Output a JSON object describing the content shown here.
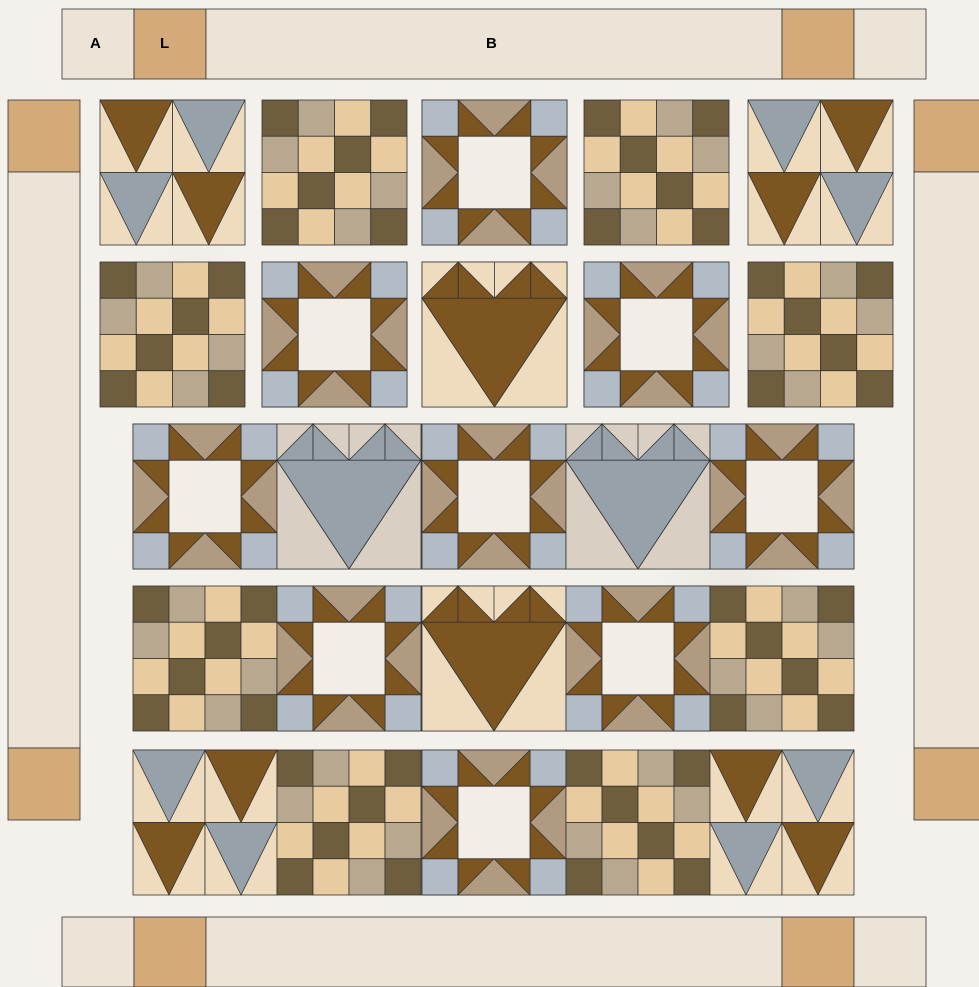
{
  "labels": {
    "a": "A",
    "l": "L",
    "b": "B"
  },
  "colors": {
    "border_light": "#ece4d7",
    "border_tan": "#d4aa78",
    "brown": "#7d5520",
    "olive": "#6e5e3e",
    "taupe": "#b8a890",
    "sand": "#e8cb9f",
    "gray_blue": "#97a1aa",
    "light_blue": "#b2bcc6",
    "cream": "#efe9e1",
    "ivory": "#f2ede6",
    "tan_khaki": "#b09a80",
    "pale_sand": "#efdcbe",
    "stone": "#d9d0c3",
    "outline": "#333333"
  },
  "blocks": {
    "row1": [
      "heart-quad-a",
      "nine-patch-a",
      "star-a",
      "nine-patch-b",
      "heart-quad-b"
    ],
    "row2": [
      "nine-patch-c",
      "star-b",
      "heart-brown",
      "star-b",
      "nine-patch-d"
    ],
    "row3": [
      "star-c",
      "heart-gray",
      "star-c",
      "heart-gray",
      "star-c"
    ],
    "row4": [
      "nine-patch-a",
      "star-c",
      "heart-brown",
      "star-c",
      "nine-patch-b"
    ],
    "row5": [
      "heart-quad-b",
      "nine-patch-c",
      "star-c",
      "nine-patch-d",
      "heart-quad-a"
    ]
  }
}
